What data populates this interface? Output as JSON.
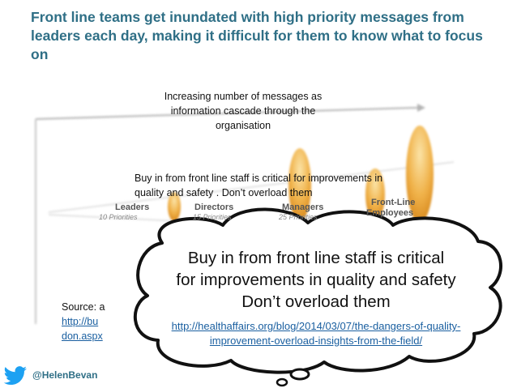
{
  "title": "Front line teams get inundated with high priority messages from leaders each day, making it difficult for them to know what to focus on",
  "cascade_caption": "Increasing number of messages as information cascade through the organisation",
  "buyin_small": "Buy in from front line staff is critical for improvements in quality and safety . Don’t overload them",
  "stages": {
    "leaders": "Leaders",
    "directors": "Directors",
    "managers": "Managers",
    "frontline_1": "Front-Line",
    "frontline_2": "Employees",
    "leaders_sub": "10 Priorities",
    "directors_sub": "15 Priorities",
    "managers_sub": "25 Priorities"
  },
  "source": {
    "prefix": "Source: a",
    "link_line1": "http://bu",
    "link_line2": "don.aspx"
  },
  "cloud": {
    "line1": "Buy in from front line staff is critical",
    "line2": "for improvements in quality and safety",
    "line3": "Don’t overload them",
    "link": "http://healthaffairs.org/blog/2014/03/07/the-dangers-of-quality-improvement-overload-insights-from-the-field/"
  },
  "handle": "@HelenBevan",
  "colors": {
    "title": "#2f6f86",
    "link": "#1a5fa0",
    "cone": "#e8a33a",
    "cloud_outline": "#000000"
  }
}
